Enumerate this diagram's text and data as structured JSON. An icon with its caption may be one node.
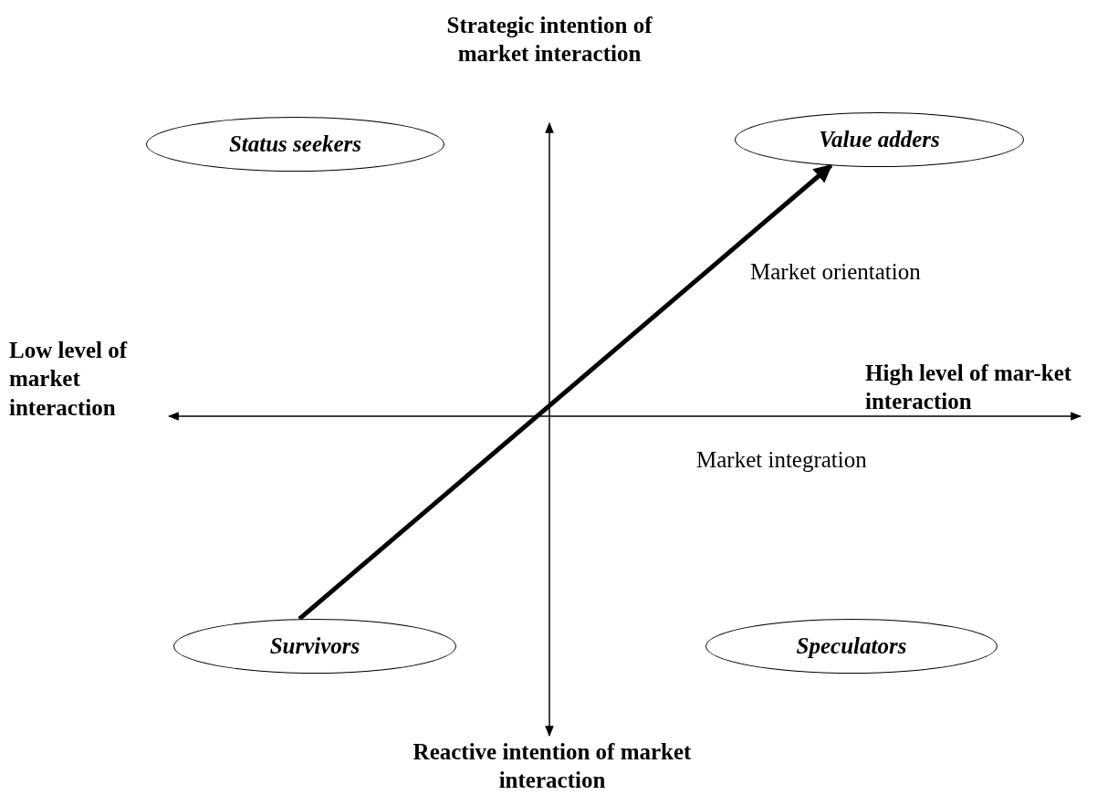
{
  "diagram": {
    "nodes": [
      {
        "text": [
          "Status seekers"
        ]
      },
      {
        "text": [
          "Value adders"
        ]
      },
      {
        "text": [
          "Survivors"
        ]
      },
      {
        "text": [
          "Speculators"
        ]
      }
    ],
    "edges": [
      {
        "from": 2,
        "to": 1,
        "arrow": "to"
      }
    ],
    "labels": [
      "Strategic intention of market interaction",
      "Market orientation",
      "High level of mar-ket interaction",
      "Low level of market interaction",
      "Market integration",
      "Reactive intention of market interaction"
    ]
  }
}
